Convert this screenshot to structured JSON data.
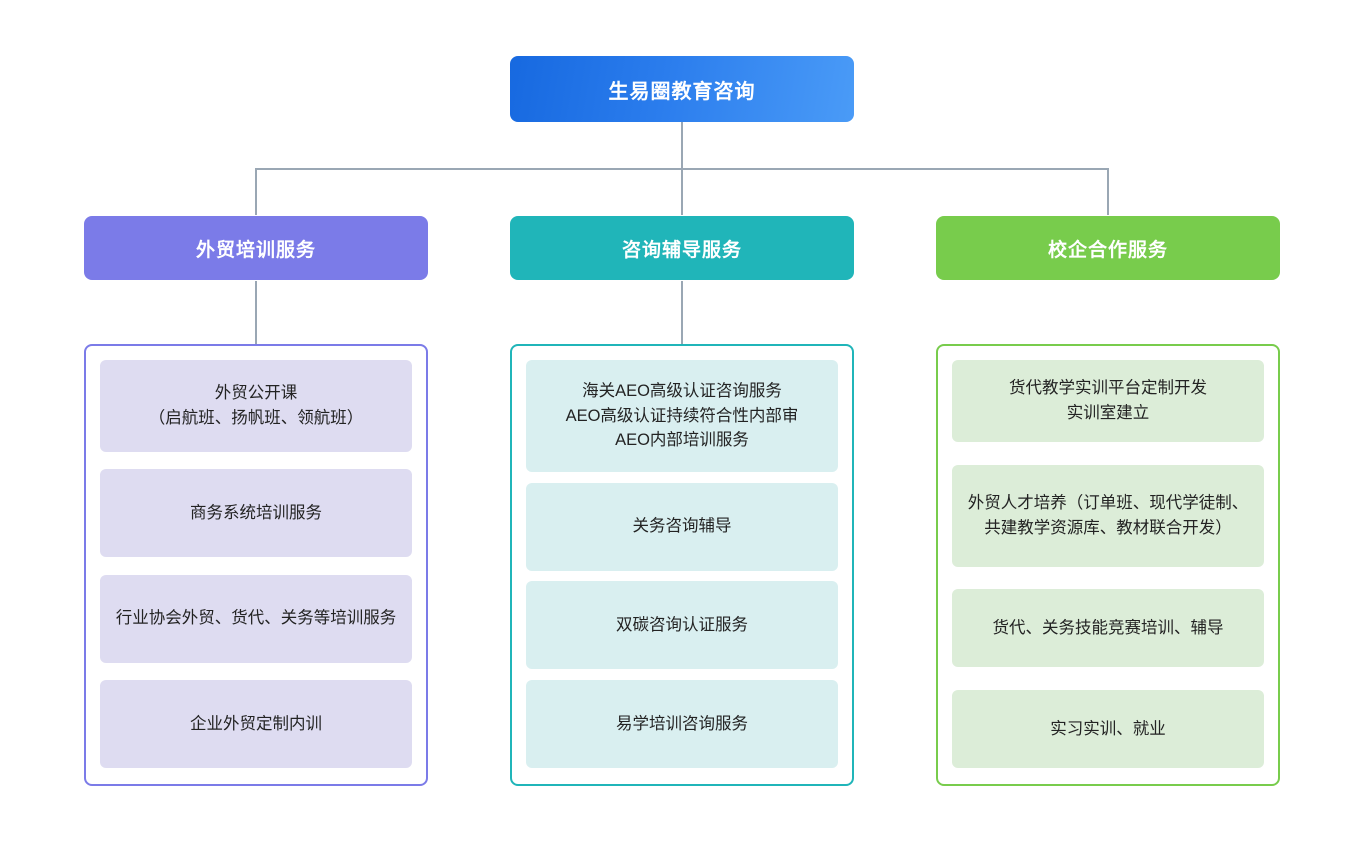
{
  "diagram": {
    "type": "organization-chart",
    "orientation": "top-down",
    "root": {
      "label": "生易圈教育咨询",
      "color_start": "#1769e0",
      "color_end": "#4a9bf7"
    },
    "connector_color": "#9aa7b4",
    "columns": [
      {
        "id": "training",
        "header": "外贸培训服务",
        "header_color": "#7b7be8",
        "border_color": "#7b7be8",
        "card_color": "#dedcf1",
        "has_header_drop_connector": true,
        "items": [
          "外贸公开课\n（启航班、扬帆班、领航班）",
          "商务系统培训服务",
          "行业协会外贸、货代、关务等培训服务",
          "企业外贸定制内训"
        ]
      },
      {
        "id": "consulting",
        "header": "咨询辅导服务",
        "header_color": "#20b5b9",
        "border_color": "#20b5b9",
        "card_color": "#d9eff0",
        "has_header_drop_connector": true,
        "items": [
          "海关AEO高级认证咨询服务\nAEO高级认证持续符合性内部审\nAEO内部培训服务",
          "关务咨询辅导",
          "双碳咨询认证服务",
          "易学培训咨询服务"
        ]
      },
      {
        "id": "school-enterprise",
        "header": "校企合作服务",
        "header_color": "#78cc4c",
        "border_color": "#78cc4c",
        "card_color": "#dcedd8",
        "has_header_drop_connector": false,
        "items": [
          "货代教学实训平台定制开发\n实训室建立",
          "外贸人才培养（订单班、现代学徒制、共建教学资源库、教材联合开发）",
          "货代、关务技能竞赛培训、辅导",
          "实习实训、就业"
        ]
      }
    ]
  }
}
